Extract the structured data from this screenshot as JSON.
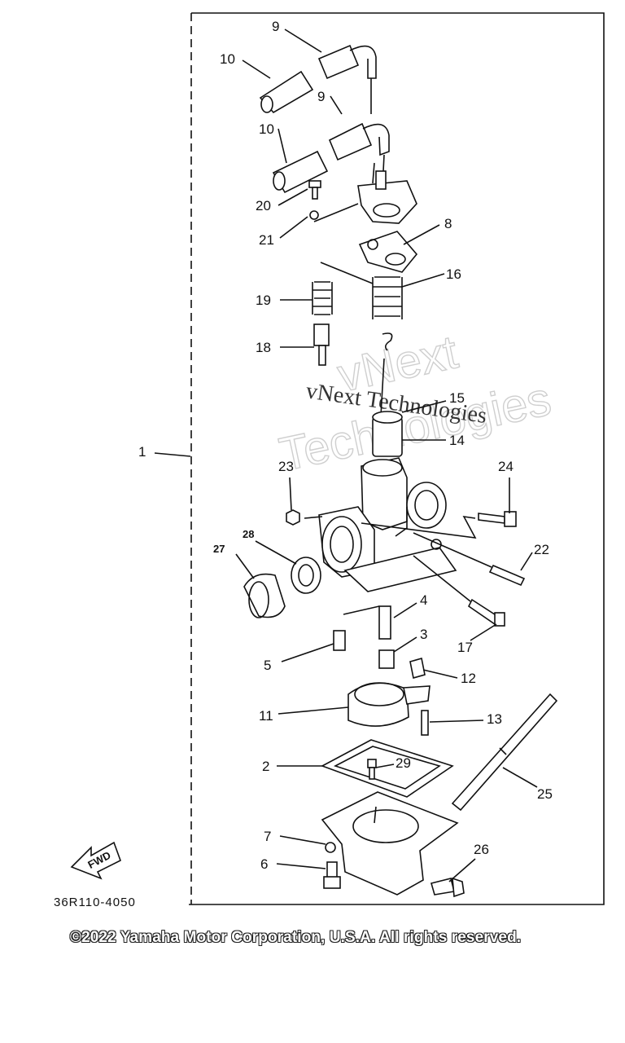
{
  "diagram": {
    "drawing_code": "36R110-4050",
    "fwd_marker": "FWD",
    "callouts": [
      "1",
      "2",
      "3",
      "4",
      "5",
      "6",
      "7",
      "8",
      "9",
      "9",
      "10",
      "10",
      "11",
      "12",
      "13",
      "14",
      "15",
      "16",
      "17",
      "18",
      "19",
      "20",
      "21",
      "22",
      "23",
      "24",
      "25",
      "26",
      "27",
      "28",
      "29"
    ]
  },
  "watermark": {
    "text_outline_line1": "vNext",
    "text_outline_line2": "Technologies",
    "text_serif": "vNext Technologies"
  },
  "footer": {
    "copyright": "©2022 Yamaha Motor Corporation, U.S.A. All rights reserved."
  }
}
